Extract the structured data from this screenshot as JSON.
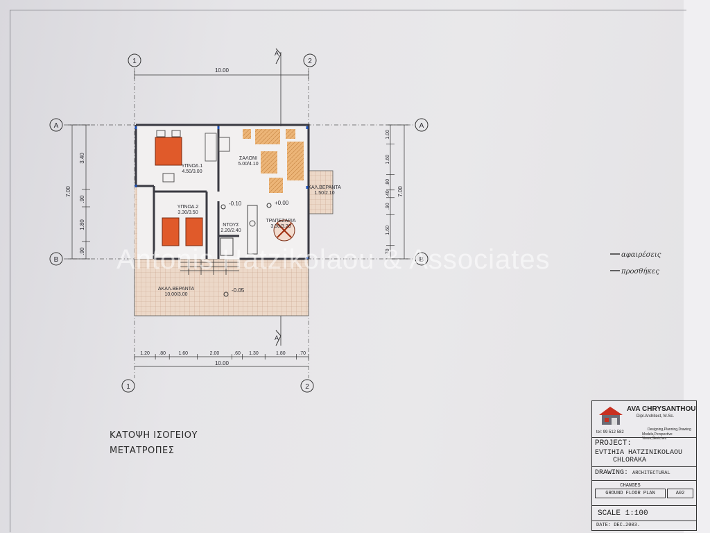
{
  "drawing": {
    "grid_labels": {
      "col1": "1",
      "col2": "2",
      "rowA": "A",
      "rowB": "B"
    },
    "section_marker": "A",
    "dims_top": {
      "total": "10.00"
    },
    "dims_bottom": {
      "segments": [
        "1.20",
        ".80",
        "1.60",
        "2.00",
        ".60",
        "1.30",
        "1.80",
        ".70"
      ],
      "total": "10.00"
    },
    "dims_left": {
      "total": "7.00",
      "segments": [
        "3.40",
        ".90",
        "1.80",
        ".90"
      ]
    },
    "dims_right": {
      "total": "7.00",
      "segments": [
        "1.00",
        "1.60",
        ".80",
        ".40",
        ".90",
        "1.60",
        ".70"
      ]
    },
    "rooms": [
      {
        "name": "ΥΠΝΟΔ.1",
        "size": "4.50/3.00"
      },
      {
        "name": "ΣΑΛΟΝΙ",
        "size": "5.00/4.10"
      },
      {
        "name": "ΚΑΛ.ΒΕΡΑΝΤΑ",
        "size": "1.50/2.10"
      },
      {
        "name": "ΥΠΝΟΔ.2",
        "size": "3.30/3.50"
      },
      {
        "name": "ΝΤΟΥΣ",
        "size": "2.20/2.40"
      },
      {
        "name": "ΤΡΑΠΕΖΑΡΙΑ",
        "size": "3.30/3.20"
      },
      {
        "name": "ΑΚΑΛ.ΒΕΡΑΝΤΑ",
        "size": "10.00/3.00"
      }
    ],
    "levels": {
      "l1": "-0.10",
      "l2": "+0.00",
      "l3": "-0.05"
    },
    "legend_notes": [
      "αφαιρέσεις",
      "προσθήκες"
    ]
  },
  "caption": {
    "line1": "ΚΑΤΟΨΗ ΙΣΟΓΕΙΟΥ",
    "line2": "ΜΕΤΑΤΡΟΠΕΣ"
  },
  "watermark": "Antonis Hatzikolaou & Associates",
  "title_block": {
    "firm": "AVA CHRYSANTHOU",
    "firm_sub": "Dipl.Architect, M.Sc.",
    "tel": "tel: 99 512 582",
    "services1": "Designing,Planning,Drawing",
    "services2": "Models,Perspective Views,Sketches",
    "project_label": "PROJECT:",
    "project_line1": "EVTIHIA HATZINIKOLAOU",
    "project_line2": "CHLORAKA",
    "drawing_label": "DRAWING:",
    "drawing_value": "ARCHITECTURAL",
    "changes_line1": "CHANGES",
    "changes_line2": "GROUND FLOOR PLAN",
    "sheet_no": "A02",
    "scale": "SCALE 1:100",
    "date_label": "DATE:",
    "date_value": "DEC.2003."
  },
  "colors": {
    "line": "#2d2d35",
    "wall": "#3a3a42",
    "bed": "#e05a2a",
    "wood": "#e6b070",
    "tile": "#e6c9b4",
    "accent_blue": "#1c4fb5"
  }
}
